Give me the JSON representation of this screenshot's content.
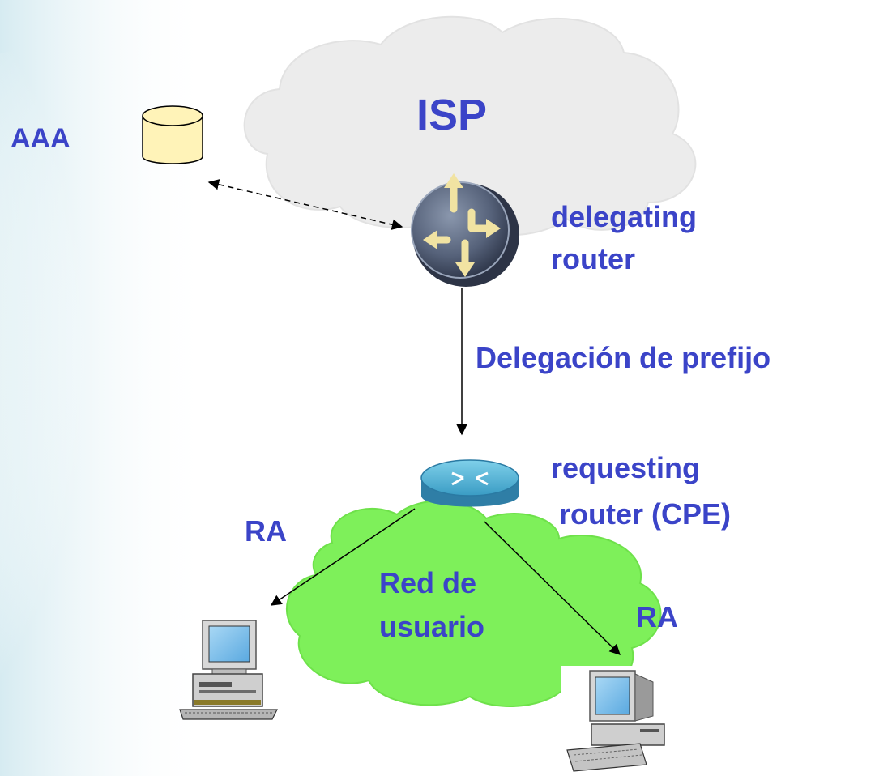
{
  "labels": {
    "isp": "ISP",
    "aaa": "AAA",
    "delegating_line1": "delegating",
    "delegating_line2": "router",
    "delegation": "Delegación de prefijo",
    "requesting_line1": "requesting",
    "requesting_line2": "router (CPE)",
    "ra_left": "RA",
    "ra_right": "RA",
    "user_net_line1": "Red de",
    "user_net_line2": "usuario"
  },
  "colors": {
    "label_text": "#3b44c8",
    "isp_cloud": "#ececec",
    "user_cloud": "#7ef05a",
    "aaa_database": "#fff3b8"
  },
  "icons": {
    "aaa_server": "database-icon",
    "delegating_router": "router-icon",
    "requesting_router": "router-icon",
    "hosts": "desktop-computer-icon"
  }
}
